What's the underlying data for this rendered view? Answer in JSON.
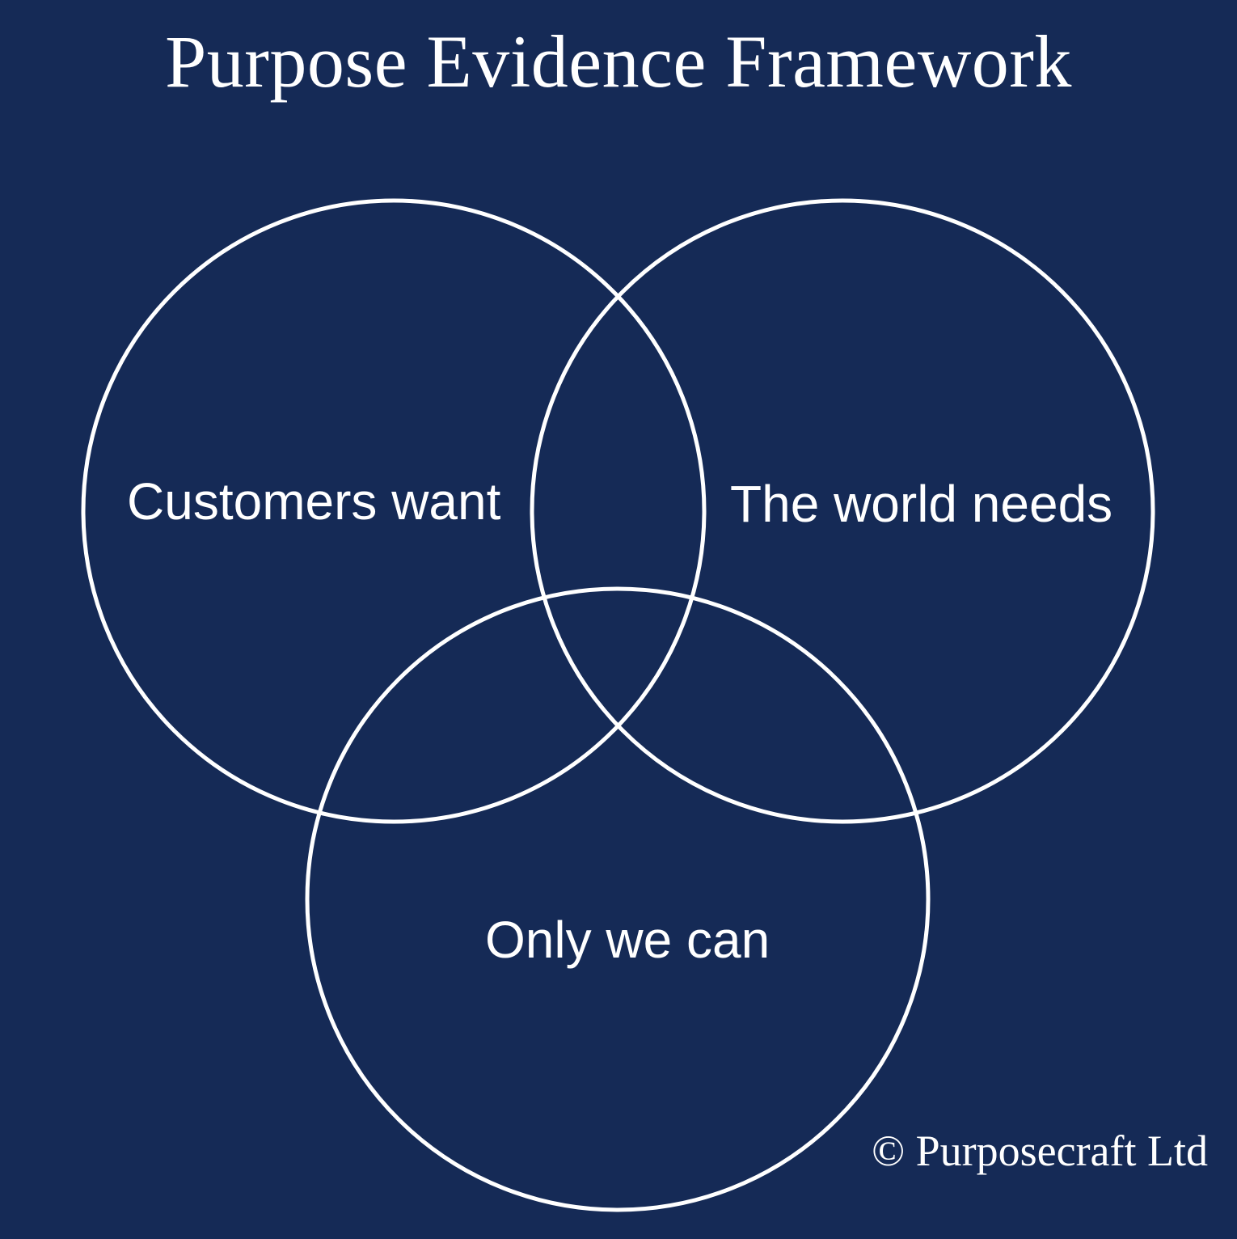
{
  "title": "Purpose Evidence Framework",
  "circles": {
    "left": "Customers want",
    "right": "The world needs",
    "bottom": "Only we can"
  },
  "copyright": "© Purposecraft Ltd",
  "colors": {
    "background": "#152a56",
    "stroke": "#ffffff",
    "text": "#ffffff"
  }
}
